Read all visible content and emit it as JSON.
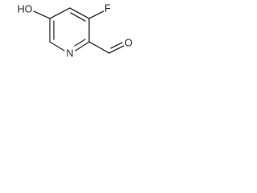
{
  "molecule": {
    "atoms": {
      "hydroxyl": "HO",
      "fluorine": "F",
      "nitrogen": "N",
      "carbonyl_oxygen": "O"
    }
  },
  "colors": {
    "ink": "#2b2b2b",
    "background": "#ffffff"
  }
}
